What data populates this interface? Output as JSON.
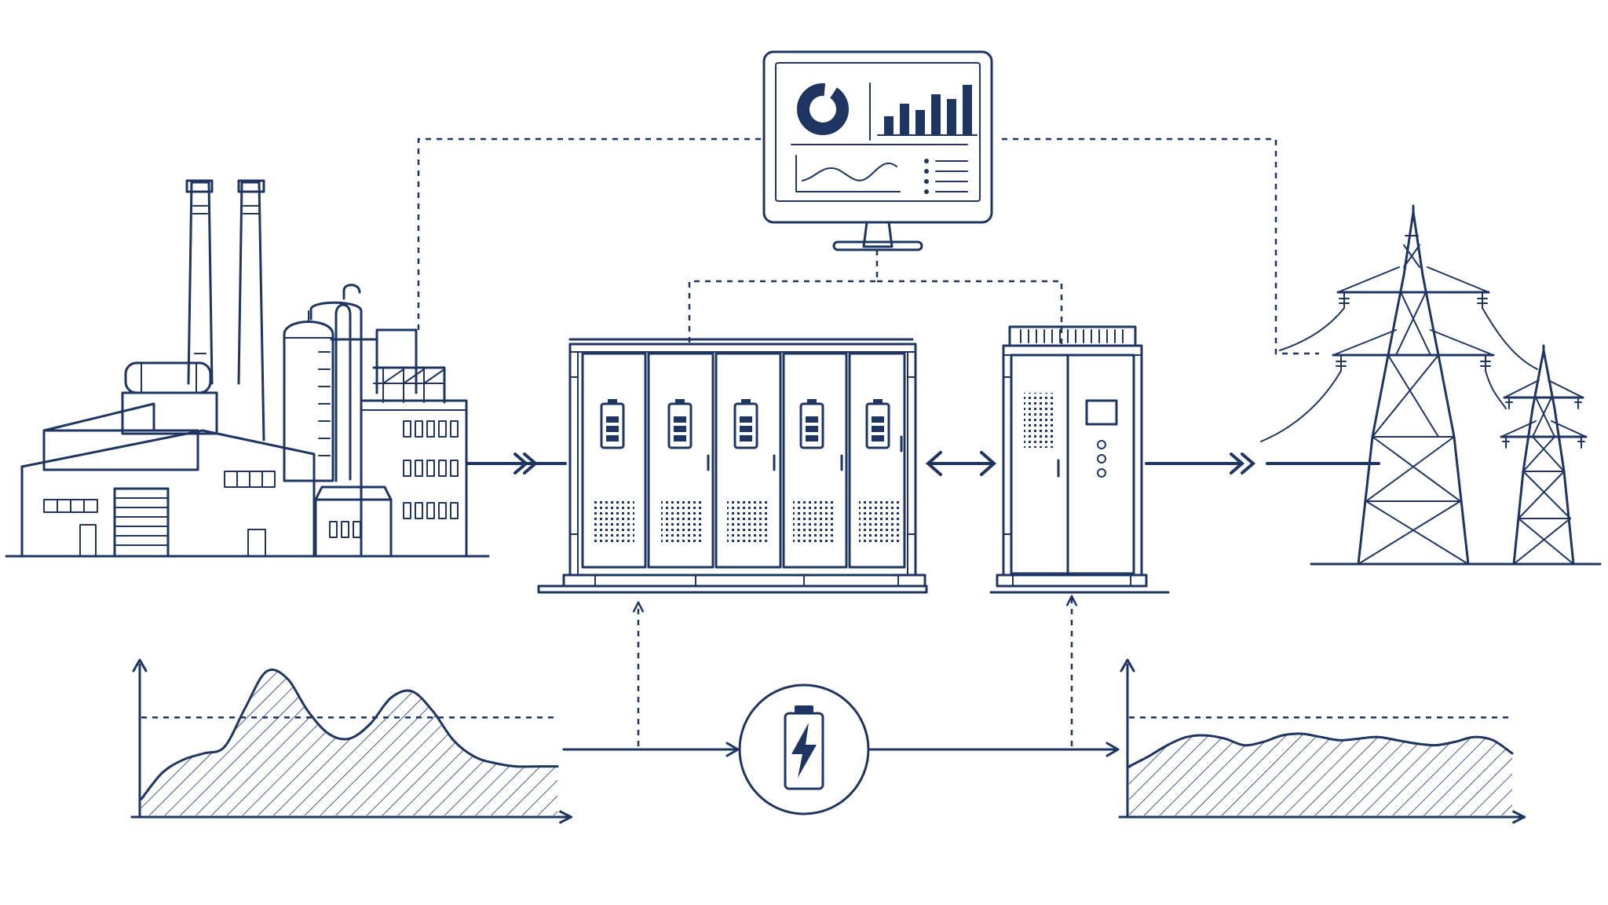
{
  "colors": {
    "ink": "#1e3461",
    "background": "#ffffff"
  },
  "icons": {
    "factory": "factory-icon",
    "battery_storage": "battery-storage-cabinet-icon",
    "inverter": "power-conversion-system-icon",
    "grid": "transmission-tower-icon",
    "monitor": "monitoring-dashboard-icon",
    "battery_core": "battery-charging-icon"
  },
  "chart_data": [
    {
      "type": "area",
      "x": [
        0,
        1,
        2,
        3,
        4,
        5,
        6,
        7,
        8,
        9,
        10,
        11,
        12,
        13,
        14,
        15,
        16,
        17,
        18,
        19,
        20
      ],
      "values": [
        1.0,
        2.6,
        3.4,
        3.8,
        4.2,
        6.6,
        8.8,
        8.4,
        6.4,
        5.0,
        4.7,
        5.6,
        7.2,
        7.6,
        6.4,
        4.6,
        3.6,
        3.2,
        3.0,
        3.0,
        3.0
      ],
      "threshold": 6.0,
      "ylim": [
        0,
        10
      ],
      "grid": false
    },
    {
      "type": "area",
      "x": [
        0,
        1,
        2,
        3,
        4,
        5,
        6,
        7,
        8,
        9,
        10,
        11,
        12,
        13,
        14,
        15,
        16,
        17,
        18,
        19,
        20
      ],
      "values": [
        3.0,
        3.6,
        4.3,
        4.8,
        4.9,
        4.7,
        4.3,
        4.5,
        4.9,
        5.0,
        4.8,
        4.6,
        4.7,
        4.8,
        4.6,
        4.4,
        4.3,
        4.5,
        4.8,
        4.6,
        3.8
      ],
      "threshold": 6.0,
      "ylim": [
        0,
        10
      ],
      "grid": false
    }
  ]
}
